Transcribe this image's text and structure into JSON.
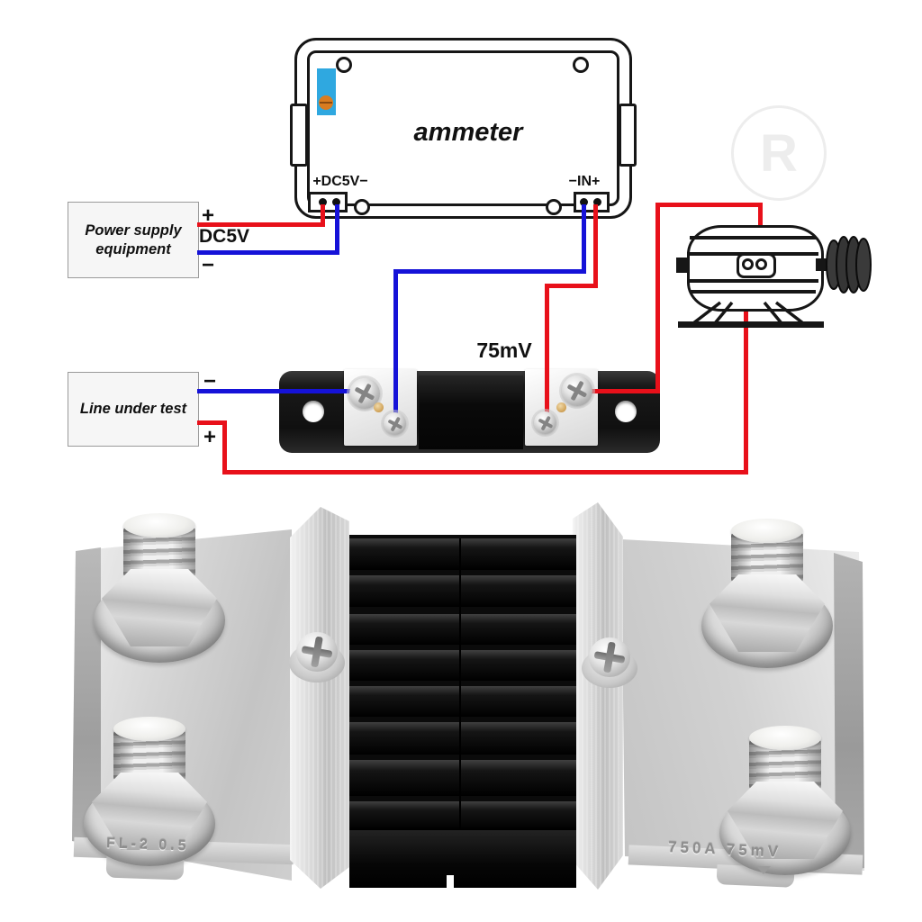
{
  "diagram": {
    "ammeter": {
      "name": "ammeter",
      "power_terminal_label": "+DC5V−",
      "input_terminal_label": "−IN+"
    },
    "power_supply": {
      "line1": "Power supply",
      "line2": "equipment",
      "plus": "+",
      "minus": "−",
      "voltage_label": "DC5V"
    },
    "line_under_test": {
      "label": "Line under test",
      "plus": "+",
      "minus": "−"
    },
    "shunt": {
      "voltage_rating": "75mV"
    },
    "registered_mark": "R",
    "colors": {
      "positive_wire": "#e8101a",
      "negative_wire": "#1512d8",
      "potentiometer_body": "#2fa8e0",
      "potentiometer_screw": "#d97c20"
    }
  },
  "photo": {
    "left_block_engraving": "FL-2 0.5",
    "right_block_engraving": "750A 75mV"
  }
}
